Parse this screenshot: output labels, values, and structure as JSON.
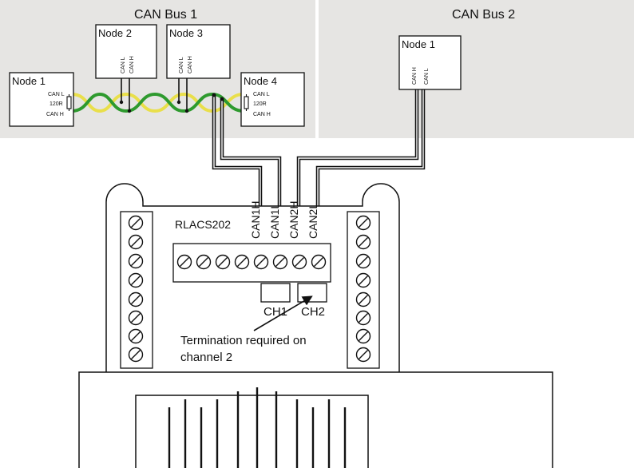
{
  "colors": {
    "bus_background": "#e6e5e3",
    "wire_yellow": "#e9df4a",
    "wire_green": "#2e9a2e",
    "line": "#111111"
  },
  "bus1": {
    "title": "CAN Bus 1",
    "node1": {
      "label": "Node 1",
      "can_l": "CAN L",
      "can_h": "CAN H",
      "resistor": "120R"
    },
    "node2": {
      "label": "Node 2",
      "can_l": "CAN L",
      "can_h": "CAN H"
    },
    "node3": {
      "label": "Node 3",
      "can_l": "CAN L",
      "can_h": "CAN H"
    },
    "node4": {
      "label": "Node 4",
      "can_l": "CAN L",
      "can_h": "CAN H",
      "resistor": "120R"
    }
  },
  "bus2": {
    "title": "CAN Bus 2",
    "node1": {
      "label": "Node 1",
      "can_h": "CAN H",
      "can_l": "CAN L"
    }
  },
  "device": {
    "name": "RLACS202",
    "pins": [
      "CAN1H",
      "CAN1L",
      "CAN2H",
      "CAN2L"
    ],
    "ch1": "CH1",
    "ch2": "CH2",
    "note_line1": "Termination required on",
    "note_line2": "channel 2"
  }
}
